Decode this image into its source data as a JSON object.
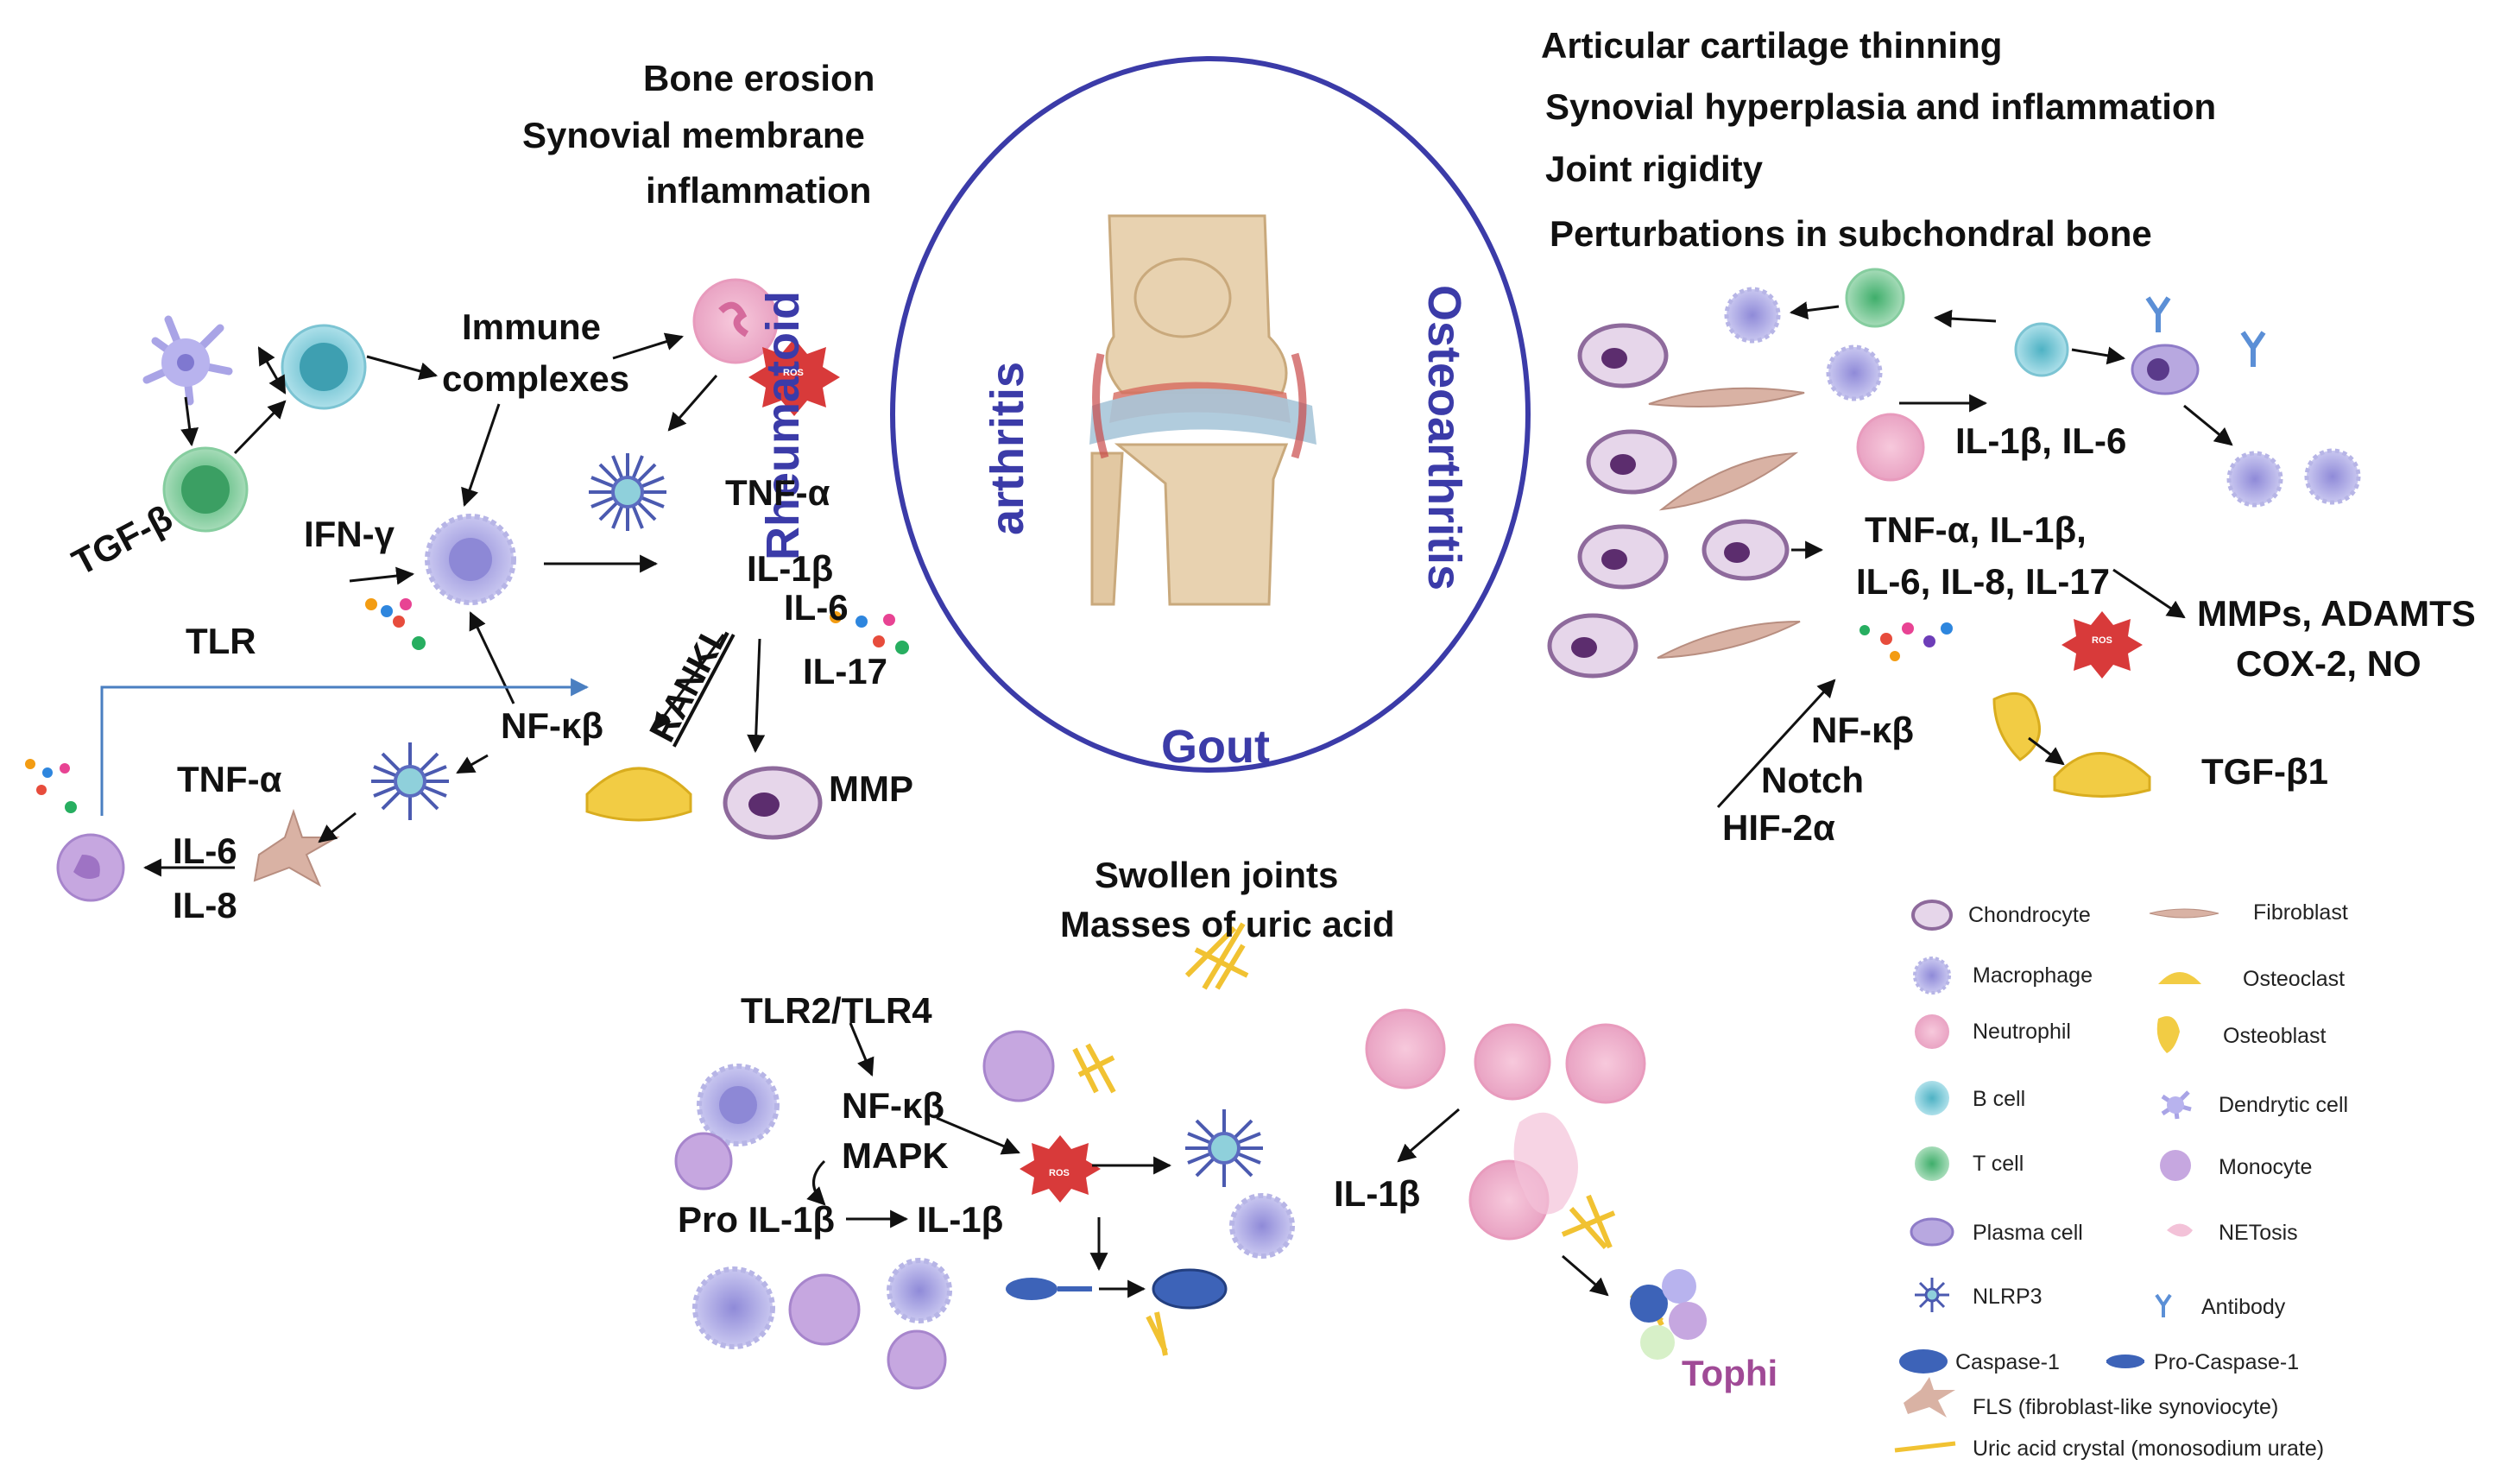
{
  "diseases": {
    "ra": "Rheumatoid\narthritis",
    "ra_line1": "Rheumatoid",
    "ra_line2": "arthritis",
    "oa": "Osteoarthritis",
    "gout": "Gout"
  },
  "ra_header": [
    "Bone erosion",
    "Synovial membrane",
    "inflammation"
  ],
  "oa_header": [
    "Articular cartilage thinning",
    "Synovial hyperplasia and inflammation",
    "Joint rigidity",
    "Perturbations in subchondral bone"
  ],
  "gout_header": [
    "Swollen joints",
    "Masses of uric acid"
  ],
  "ra_labels": {
    "tgf": "TGF-β",
    "ifn": "IFN-γ",
    "immune1": "Immune",
    "immune2": "complexes",
    "tlr": "TLR",
    "tnf_top": "TNF-α",
    "il1b": "IL-1β",
    "il6": "IL-6",
    "il17": "IL-17",
    "rankl": "RANKL",
    "nfkb": "NF-κβ",
    "tnf_bottom": "TNF-α",
    "il6b": "IL-6",
    "il8": "IL-8",
    "mmp": "MMP",
    "ros": "ROS"
  },
  "oa_labels": {
    "il1b_il6": "IL-1β, IL-6",
    "cyto1": "TNF-α, IL-1β,",
    "cyto2": "IL-6, IL-8, IL-17",
    "mmps": "MMPs, ADAMTS",
    "cox": "COX-2, NO",
    "nfkb": "NF-κβ",
    "notch": "Notch",
    "hif": "HIF-2α",
    "tgfb1": "TGF-β1",
    "ros": "ROS"
  },
  "gout_labels": {
    "tlr": "TLR2/TLR4",
    "nfkb": "NF-κβ",
    "mapk": "MAPK",
    "pro": "Pro IL-1β",
    "il1b": "IL-1β",
    "il1b_right": "IL-1β",
    "tophi": "Tophi",
    "ros": "ROS"
  },
  "legend": {
    "chondrocyte": "Chondrocyte",
    "fibroblast": "Fibroblast",
    "macrophage": "Macrophage",
    "osteoclast": "Osteoclast",
    "neutrophil": "Neutrophil",
    "osteoblast": "Osteoblast",
    "bcell": "B cell",
    "dendritic": "Dendrytic cell",
    "tcell": "T cell",
    "monocyte": "Monocyte",
    "plasma": "Plasma cell",
    "netosis": "NETosis",
    "nlrp3": "NLRP3",
    "antibody": "Antibody",
    "caspase": "Caspase-1",
    "procaspase": "Pro-Caspase-1",
    "fls": "FLS (fibroblast-like synoviocyte)",
    "uric": "Uric acid crystal (monosodium urate)"
  },
  "colors": {
    "circle": "#3b3ba8",
    "macrophage": "#b7b5e6",
    "neutrophil": "#f3b9d2",
    "bcell": "#8fd0db",
    "tcell": "#7dc99a",
    "osteoclast": "#f2cc44",
    "ros": "#d83a3a",
    "caspase": "#3d63b8",
    "uric": "#f1c232"
  }
}
